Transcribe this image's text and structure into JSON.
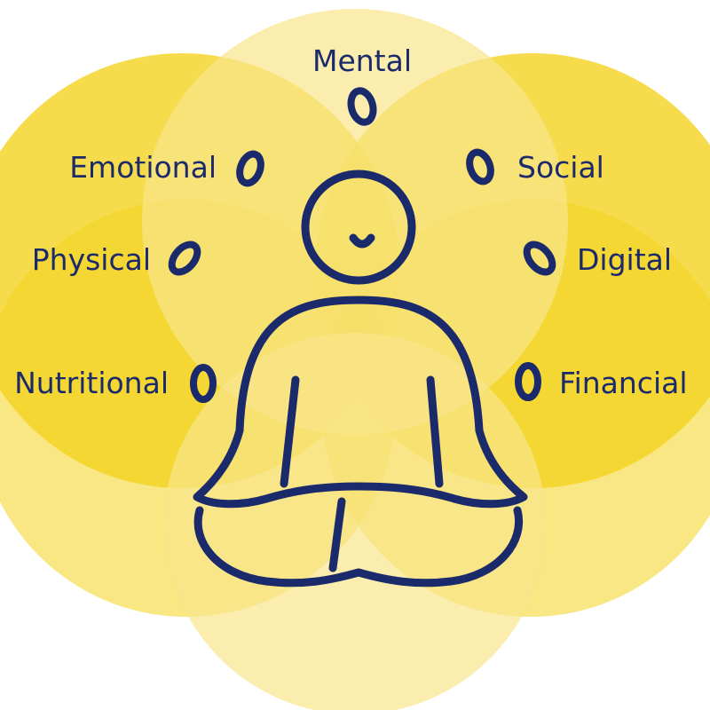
{
  "diagram": {
    "dimensions": [
      {
        "key": "mental",
        "label": "Mental"
      },
      {
        "key": "emotional",
        "label": "Emotional"
      },
      {
        "key": "social",
        "label": "Social"
      },
      {
        "key": "physical",
        "label": "Physical"
      },
      {
        "key": "digital",
        "label": "Digital"
      },
      {
        "key": "nutritional",
        "label": "Nutritional"
      },
      {
        "key": "financial",
        "label": "Financial"
      }
    ]
  },
  "colors": {
    "circle_yellow": "#f4d31f",
    "circle_light_yellow": "#f8e68a",
    "ink_navy": "#1b2a6b",
    "background": "#ffffff"
  },
  "icons": {
    "ring": "ring-icon",
    "figure": "meditating-person-icon"
  }
}
